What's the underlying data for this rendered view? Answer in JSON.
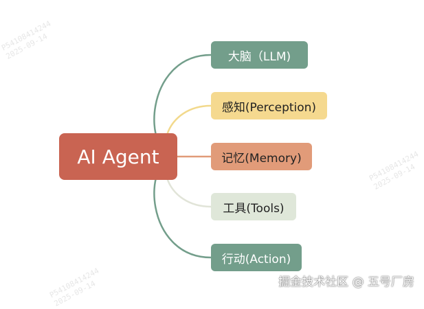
{
  "root": {
    "label": "AI Agent",
    "color": "#c96452"
  },
  "branches": [
    {
      "label": "大脑（LLM)",
      "color": "#739e8b",
      "line_color": "#739e8b"
    },
    {
      "label": "感知(Perception)",
      "color": "#f5d98f",
      "line_color": "#f2d98c"
    },
    {
      "label": "记忆(Memory)",
      "color": "#e19b79",
      "line_color": "#e19b79"
    },
    {
      "label": "工具(Tools)",
      "color": "#dfe7d9",
      "line_color": "#e1e4d8"
    },
    {
      "label": "行动(Action)",
      "color": "#739e8b",
      "line_color": "#739e8b"
    }
  ],
  "watermark": {
    "line1": "P54108414244",
    "line2": "2025-09-14"
  },
  "footer": {
    "credit": "掘金技术社区 @ 五号厂房"
  }
}
